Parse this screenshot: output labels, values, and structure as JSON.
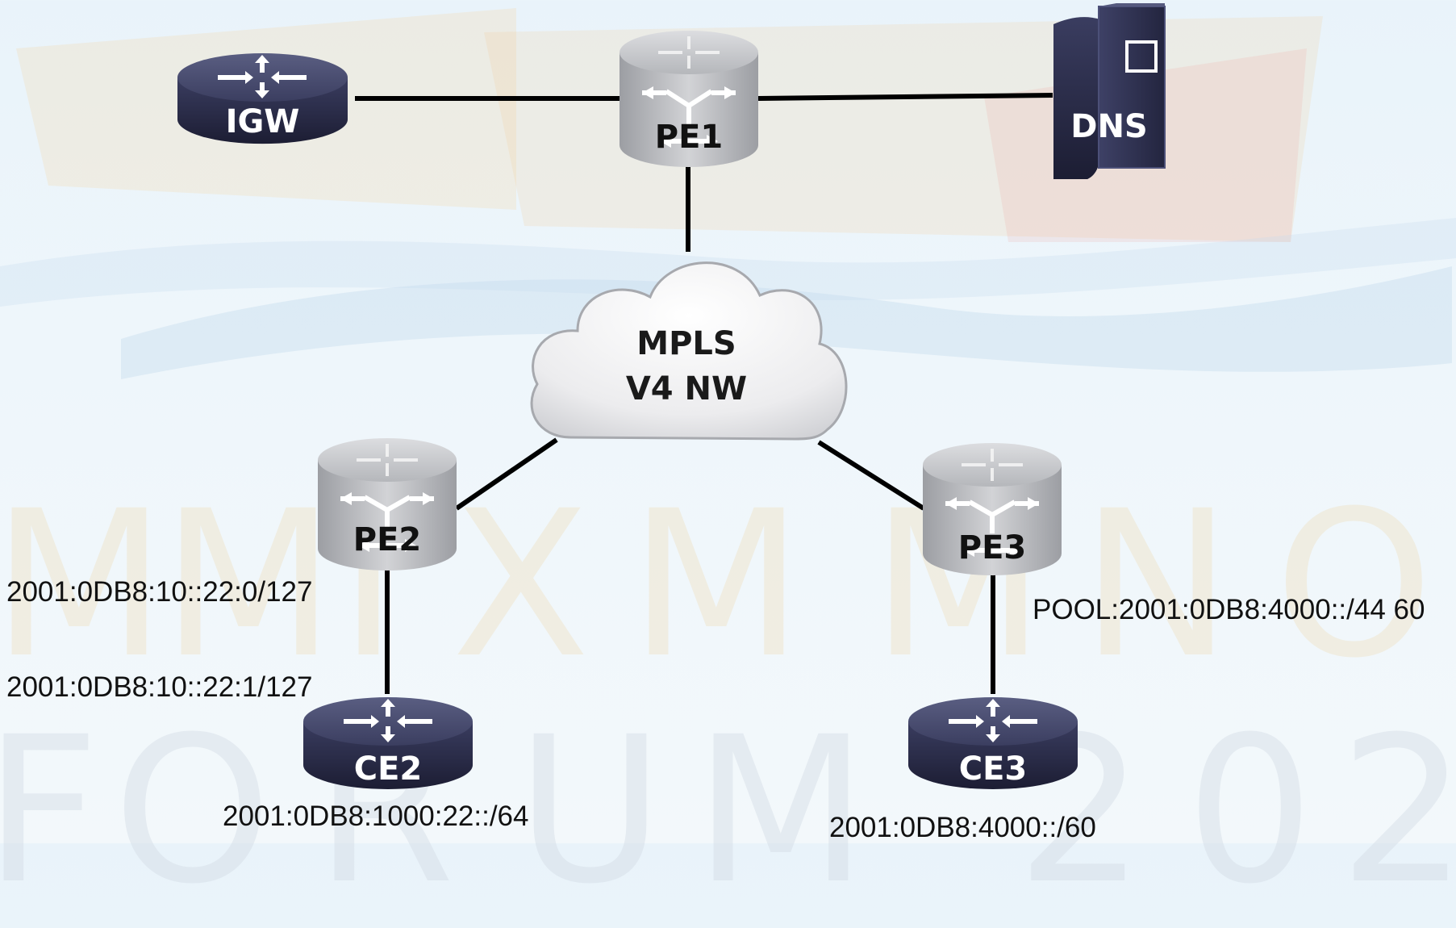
{
  "nodes": {
    "igw": "IGW",
    "pe1": "PE1",
    "dns": "DNS",
    "pe2": "PE2",
    "pe3": "PE3",
    "ce2": "CE2",
    "ce3": "CE3"
  },
  "cloud": {
    "line1": "MPLS",
    "line2": "V4 NW"
  },
  "addresses": {
    "pe2_ce2_link_pe": "2001:0DB8:10::22:0/127",
    "pe2_ce2_link_ce": "2001:0DB8:10::22:1/127",
    "ce2_lan": "2001:0DB8:1000:22::/64",
    "pe3_pool": "POOL:2001:0DB8:4000::/44 60",
    "ce3_lan": "2001:0DB8:4000::/60"
  },
  "watermark": {
    "row1": [
      "M",
      "M",
      "I",
      "X",
      "M",
      "M",
      "N",
      "O"
    ],
    "row2": [
      "F",
      "O",
      "R",
      "U",
      "M",
      "2",
      "0",
      "2"
    ]
  },
  "colors": {
    "link": "#000000",
    "router_dark": "#2a2c49",
    "pe_gray": "#b9bbbf",
    "dns_dark": "#2c2e4c"
  }
}
